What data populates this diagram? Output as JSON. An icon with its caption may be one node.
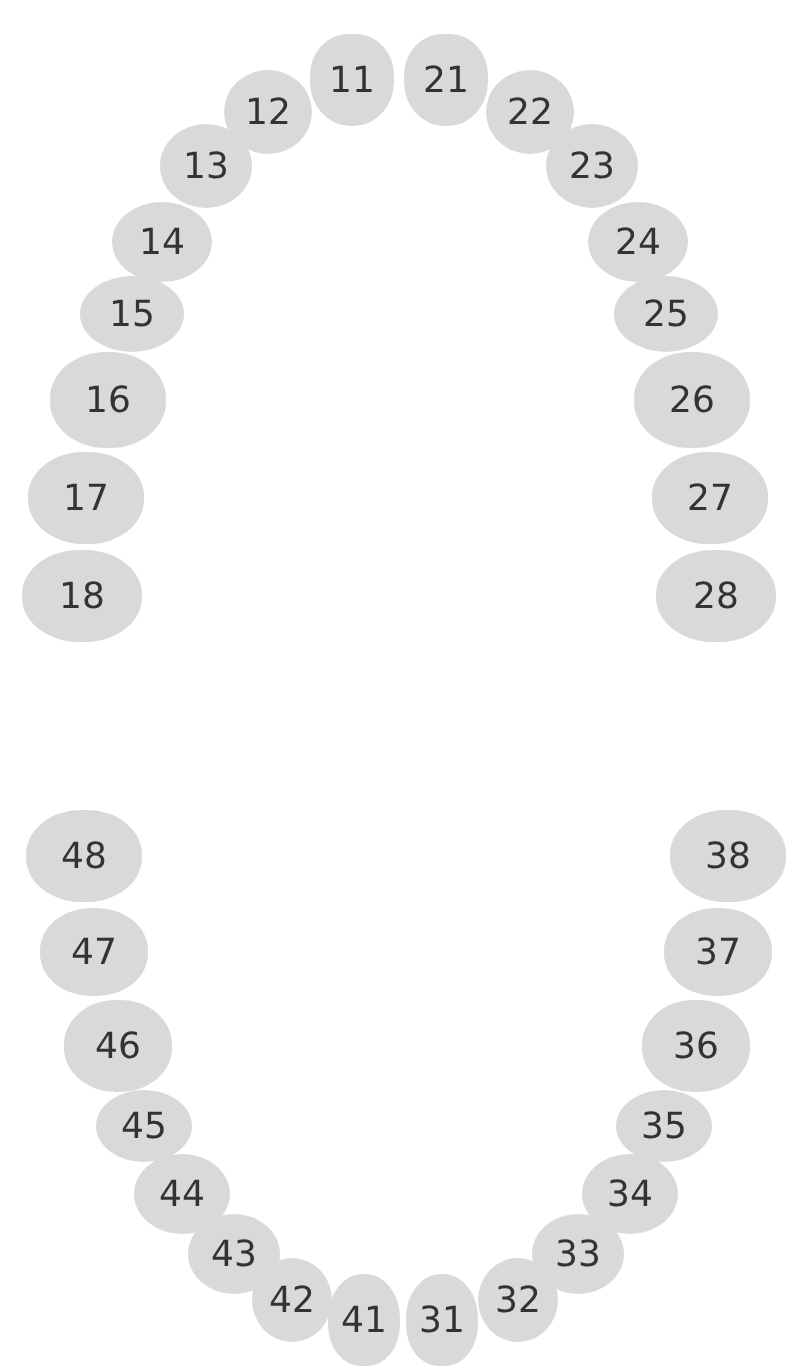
{
  "diagram": {
    "nodes": [
      {
        "text": [
          "11"
        ]
      },
      {
        "text": [
          "12"
        ]
      },
      {
        "text": [
          "13"
        ]
      },
      {
        "text": [
          "14"
        ]
      },
      {
        "text": [
          "15"
        ]
      },
      {
        "text": [
          "16"
        ]
      },
      {
        "text": [
          "17"
        ]
      },
      {
        "text": [
          "18"
        ]
      },
      {
        "text": [
          "21"
        ]
      },
      {
        "text": [
          "22"
        ]
      },
      {
        "text": [
          "23"
        ]
      },
      {
        "text": [
          "24"
        ]
      },
      {
        "text": [
          "25"
        ]
      },
      {
        "text": [
          "26"
        ]
      },
      {
        "text": [
          "27"
        ]
      },
      {
        "text": [
          "28"
        ]
      },
      {
        "text": [
          "31"
        ]
      },
      {
        "text": [
          "32"
        ]
      },
      {
        "text": [
          "33"
        ]
      },
      {
        "text": [
          "34"
        ]
      },
      {
        "text": [
          "35"
        ]
      },
      {
        "text": [
          "36"
        ]
      },
      {
        "text": [
          "37"
        ]
      },
      {
        "text": [
          "38"
        ]
      },
      {
        "text": [
          "41"
        ]
      },
      {
        "text": [
          "42"
        ]
      },
      {
        "text": [
          "43"
        ]
      },
      {
        "text": [
          "44"
        ]
      },
      {
        "text": [
          "45"
        ]
      },
      {
        "text": [
          "46"
        ]
      },
      {
        "text": [
          "47"
        ]
      },
      {
        "text": [
          "48"
        ]
      }
    ]
  }
}
